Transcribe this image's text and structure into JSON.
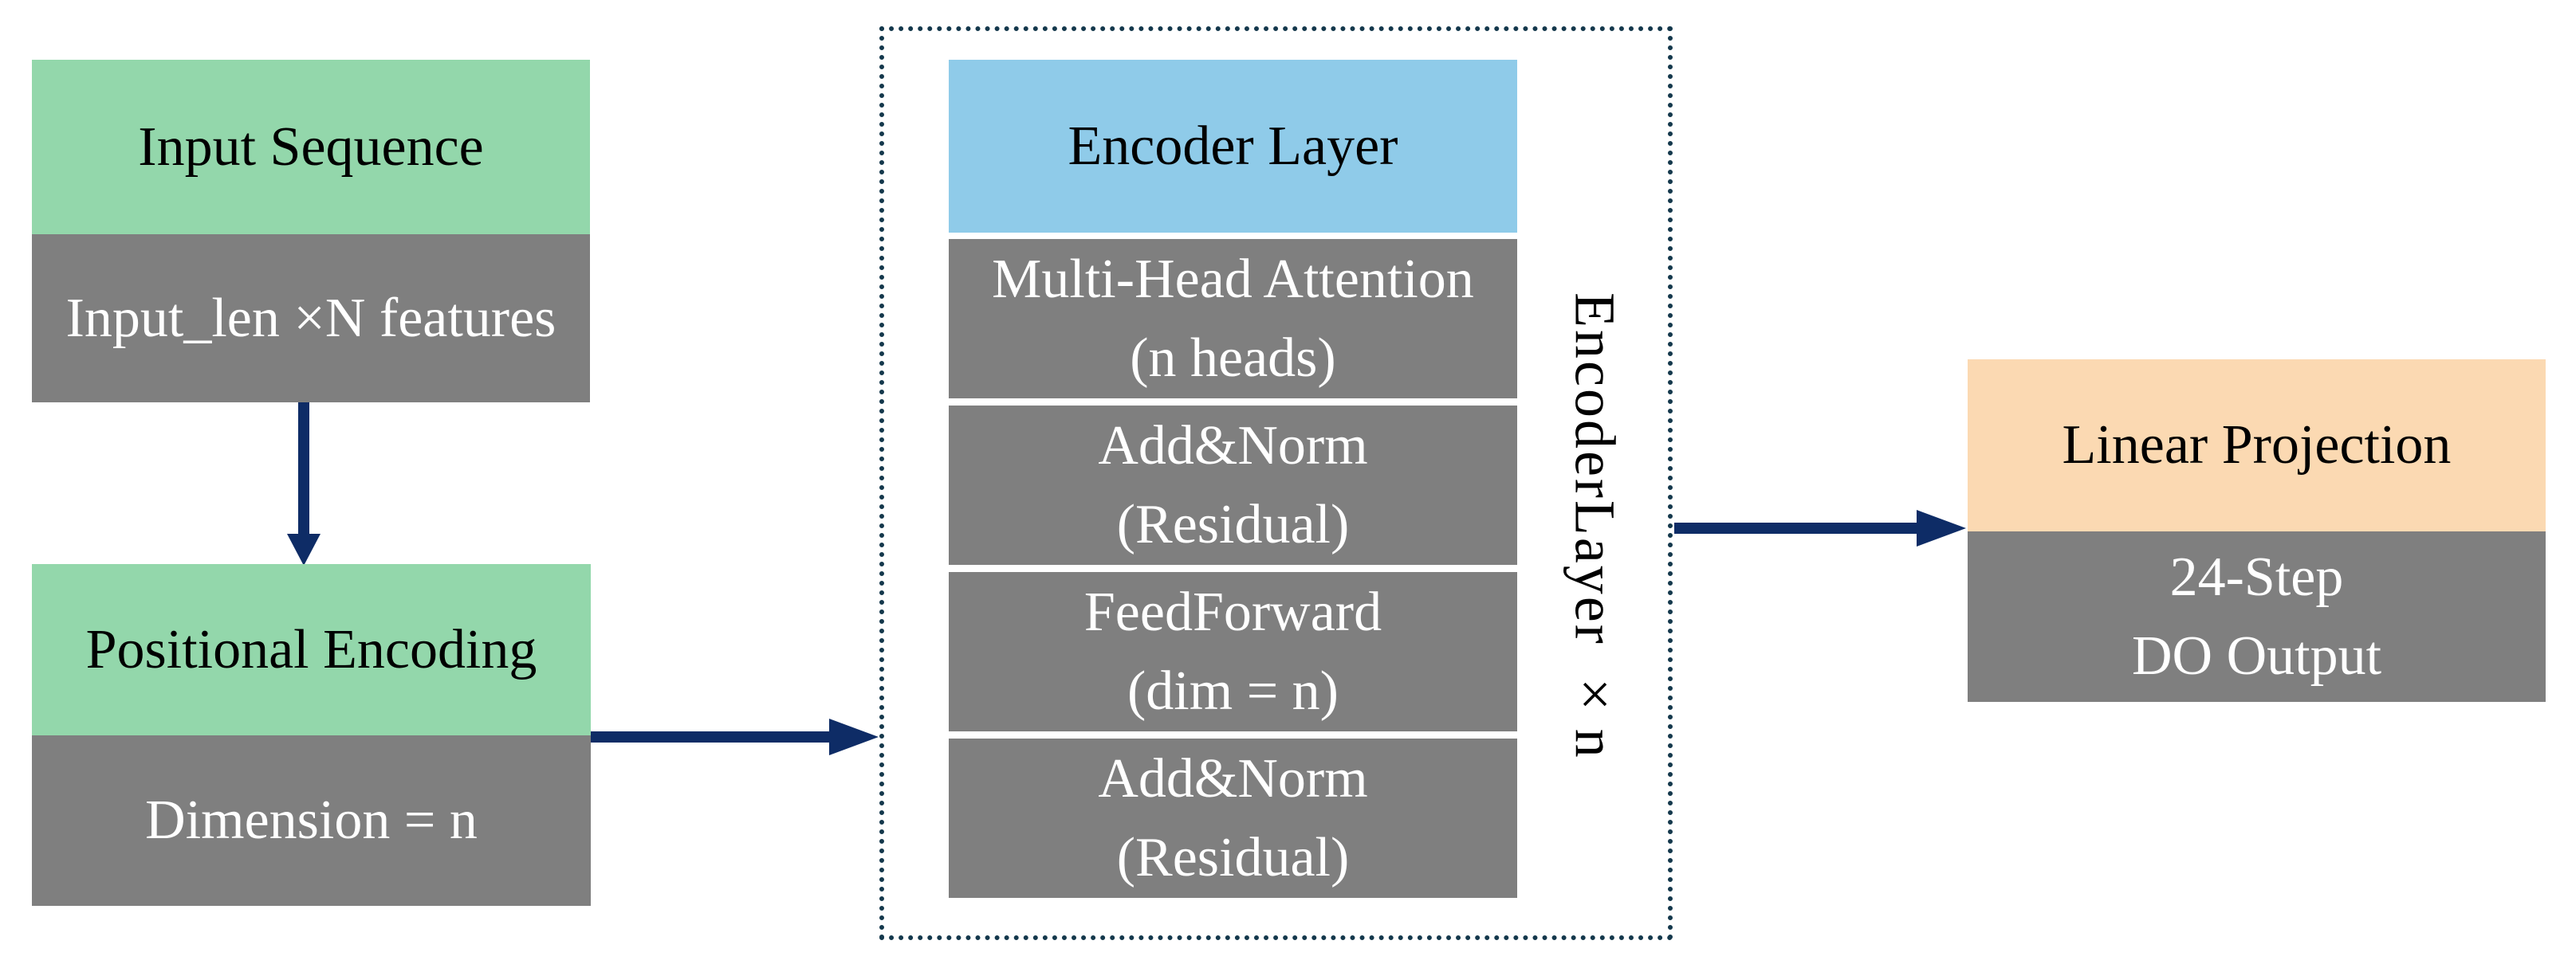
{
  "colors": {
    "background": "#ffffff",
    "green": "#93d7ab",
    "block_gray": "#7f7f7f",
    "blue": "#8fcbe9",
    "orange": "#fbd9b2",
    "arrow_navy": "#0e2c66",
    "dotted_border": "#14384c",
    "header_text": "#000000",
    "body_text": "#ffffff"
  },
  "nodes": {
    "input": {
      "title": "Input Sequence",
      "detail": "Input_len ×N features"
    },
    "positional": {
      "title": "Positional Encoding",
      "detail": "Dimension = n"
    },
    "encoder": {
      "title": "Encoder Layer",
      "sublayers": [
        {
          "name": "Multi-Head Attention",
          "param": "(n heads)"
        },
        {
          "name": "Add&Norm",
          "param": "(Residual)"
        },
        {
          "name": "FeedForward",
          "param": "(dim = n)"
        },
        {
          "name": "Add&Norm",
          "param": "(Residual)"
        }
      ],
      "repeat_label": "EncoderLayer ×n"
    },
    "output": {
      "title": "Linear Projection",
      "detail_line1": "24-Step",
      "detail_line2": "DO Output"
    }
  }
}
